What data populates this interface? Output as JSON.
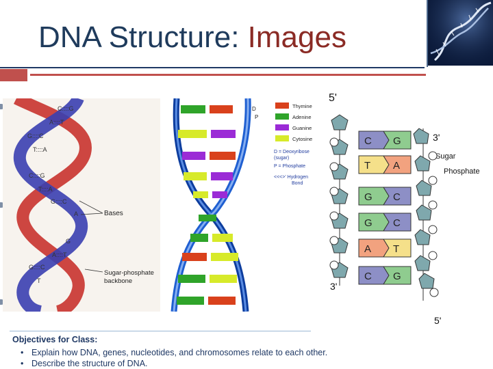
{
  "slide": {
    "title_main": "DNA Structure: ",
    "title_accent": "Images"
  },
  "diagram_left": {
    "pairs": [
      "C::::G",
      "A::::T",
      "G::::C",
      "T::::A",
      "C::::G",
      "T::::A",
      "G::::C",
      "A",
      "G",
      "A::::T",
      "G::::C",
      "T"
    ],
    "label_bases": "Bases",
    "label_backbone_line1": "Sugar-phosphate",
    "label_backbone_line2": "backbone"
  },
  "diagram_middle": {
    "legend": [
      {
        "label": "Thymine",
        "color": "#d9411c"
      },
      {
        "label": "Adenine",
        "color": "#2fa42a"
      },
      {
        "label": "Guanine",
        "color": "#9b2bd6"
      },
      {
        "label": "Cytosine",
        "color": "#d7ea2a"
      }
    ],
    "notes": [
      "D = Deoxyribose",
      "(sugar)",
      "P = Phosphate",
      "<<<>' Hydrogen",
      "Bond"
    ],
    "top_labels": [
      "D",
      "P"
    ],
    "colors": {
      "strand": "#1f5fd1",
      "strand_dark": "#0d3d9e"
    }
  },
  "diagram_right": {
    "label_5prime_top": "5'",
    "label_3prime_top": "3'",
    "label_3prime_bottom": "3'",
    "label_5prime_bottom": "5'",
    "label_sugar": "Sugar",
    "label_phosphate": "Phosphate",
    "pairs": [
      {
        "left": "C",
        "right": "G"
      },
      {
        "left": "T",
        "right": "A"
      },
      {
        "left": "G",
        "right": "C"
      },
      {
        "left": "G",
        "right": "C"
      },
      {
        "left": "A",
        "right": "T"
      },
      {
        "left": "C",
        "right": "G"
      }
    ],
    "colors": {
      "sugar": "#7fa8ad",
      "C": "#8d8fc6",
      "G": "#8fcc8f",
      "T": "#f5e08a",
      "A": "#f2a27f"
    }
  },
  "objectives": {
    "heading": "Objectives for Class:",
    "items": [
      "Explain how DNA, genes, nucleotides, and chromosomes relate to each other.",
      "Describe the structure of DNA."
    ],
    "bullet": "•"
  }
}
